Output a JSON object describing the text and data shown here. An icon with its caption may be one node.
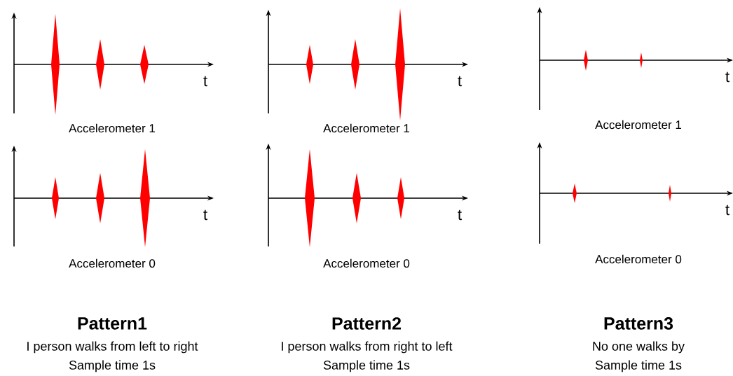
{
  "diagram": {
    "labels": [
      "t",
      "t",
      "t",
      "Accelerometer 1",
      "Accelerometer 1",
      "Accelerometer 1",
      "t",
      "t",
      "t",
      "Accelerometer 0",
      "Accelerometer 0",
      "Accelerometer 0",
      "Pattern1",
      "Pattern2",
      "Pattern3",
      "I person walks from left to right",
      "I person walks from right to left",
      "No one walks by",
      "Sample time 1s",
      "Sample time 1s",
      "Sample time 1s"
    ]
  }
}
